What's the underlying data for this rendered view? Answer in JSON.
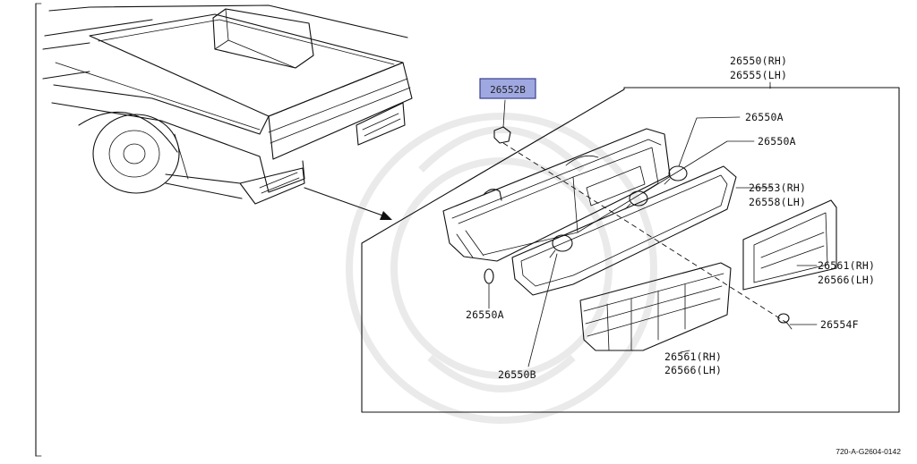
{
  "diagram": {
    "highlighted_part": "26552B",
    "part_labels": {
      "lamp_assembly_rh": "26550(RH)",
      "lamp_assembly_lh": "26555(LH)",
      "bulb_a_upper": "26550A",
      "bulb_a_middle": "26550A",
      "gasket_rh": "26553(RH)",
      "gasket_lh": "26558(LH)",
      "lens_upper_rh": "26561(RH)",
      "lens_upper_lh": "26566(LH)",
      "screw": "26554F",
      "bulb_a_lower": "26550A",
      "socket_b": "26550B",
      "lens_lower_rh": "26561(RH)",
      "lens_lower_lh": "26566(LH)"
    },
    "diagram_id": "720-A-G2604-0142",
    "colors": {
      "highlight_fill": "#9fa8e0",
      "highlight_border": "#3a3f8f",
      "line": "#111111"
    }
  }
}
